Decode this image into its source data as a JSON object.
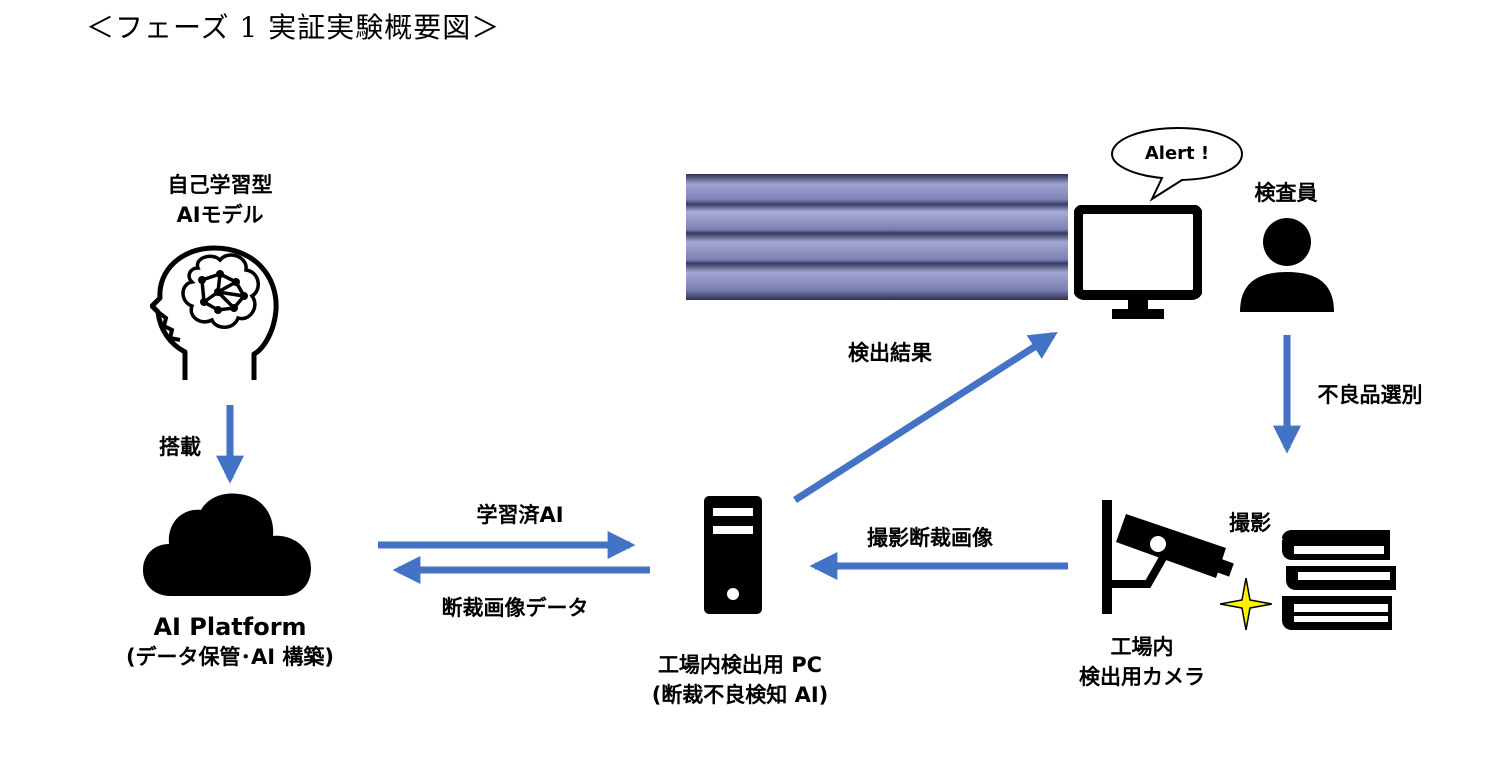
{
  "title": "＜フェーズ 1 実証実験概要図＞",
  "colors": {
    "arrow": "#4472C4",
    "icon": "#000000",
    "spark": "#FFF200"
  },
  "nodes": {
    "ai_model": {
      "line1": "自己学習型",
      "line2": "AIモデル",
      "icon": "brain-head-icon"
    },
    "platform": {
      "line1": "AI Platform",
      "line2": "(データ保管･AI 構築)",
      "icon": "cloud-icon"
    },
    "factory_pc": {
      "line1": "工場内検出用 PC",
      "line2": "(断裁不良検知 AI)",
      "icon": "server-tower-icon"
    },
    "camera": {
      "line1": "工場内",
      "line2": "検出用カメラ",
      "icon": "security-camera-icon"
    },
    "monitor": {
      "bubble": "Alert !",
      "icon": "monitor-icon"
    },
    "inspector": {
      "label": "検査員",
      "icon": "person-icon"
    },
    "books": {
      "icon": "book-stack-icon"
    }
  },
  "edges": {
    "mount": "搭載",
    "trained_ai": "学習済AI",
    "cut_image_data": "断裁画像データ",
    "detection_result": "検出結果",
    "defect_selection": "不良品選別",
    "shot_cut_image": "撮影断裁画像",
    "shoot": "撮影"
  }
}
